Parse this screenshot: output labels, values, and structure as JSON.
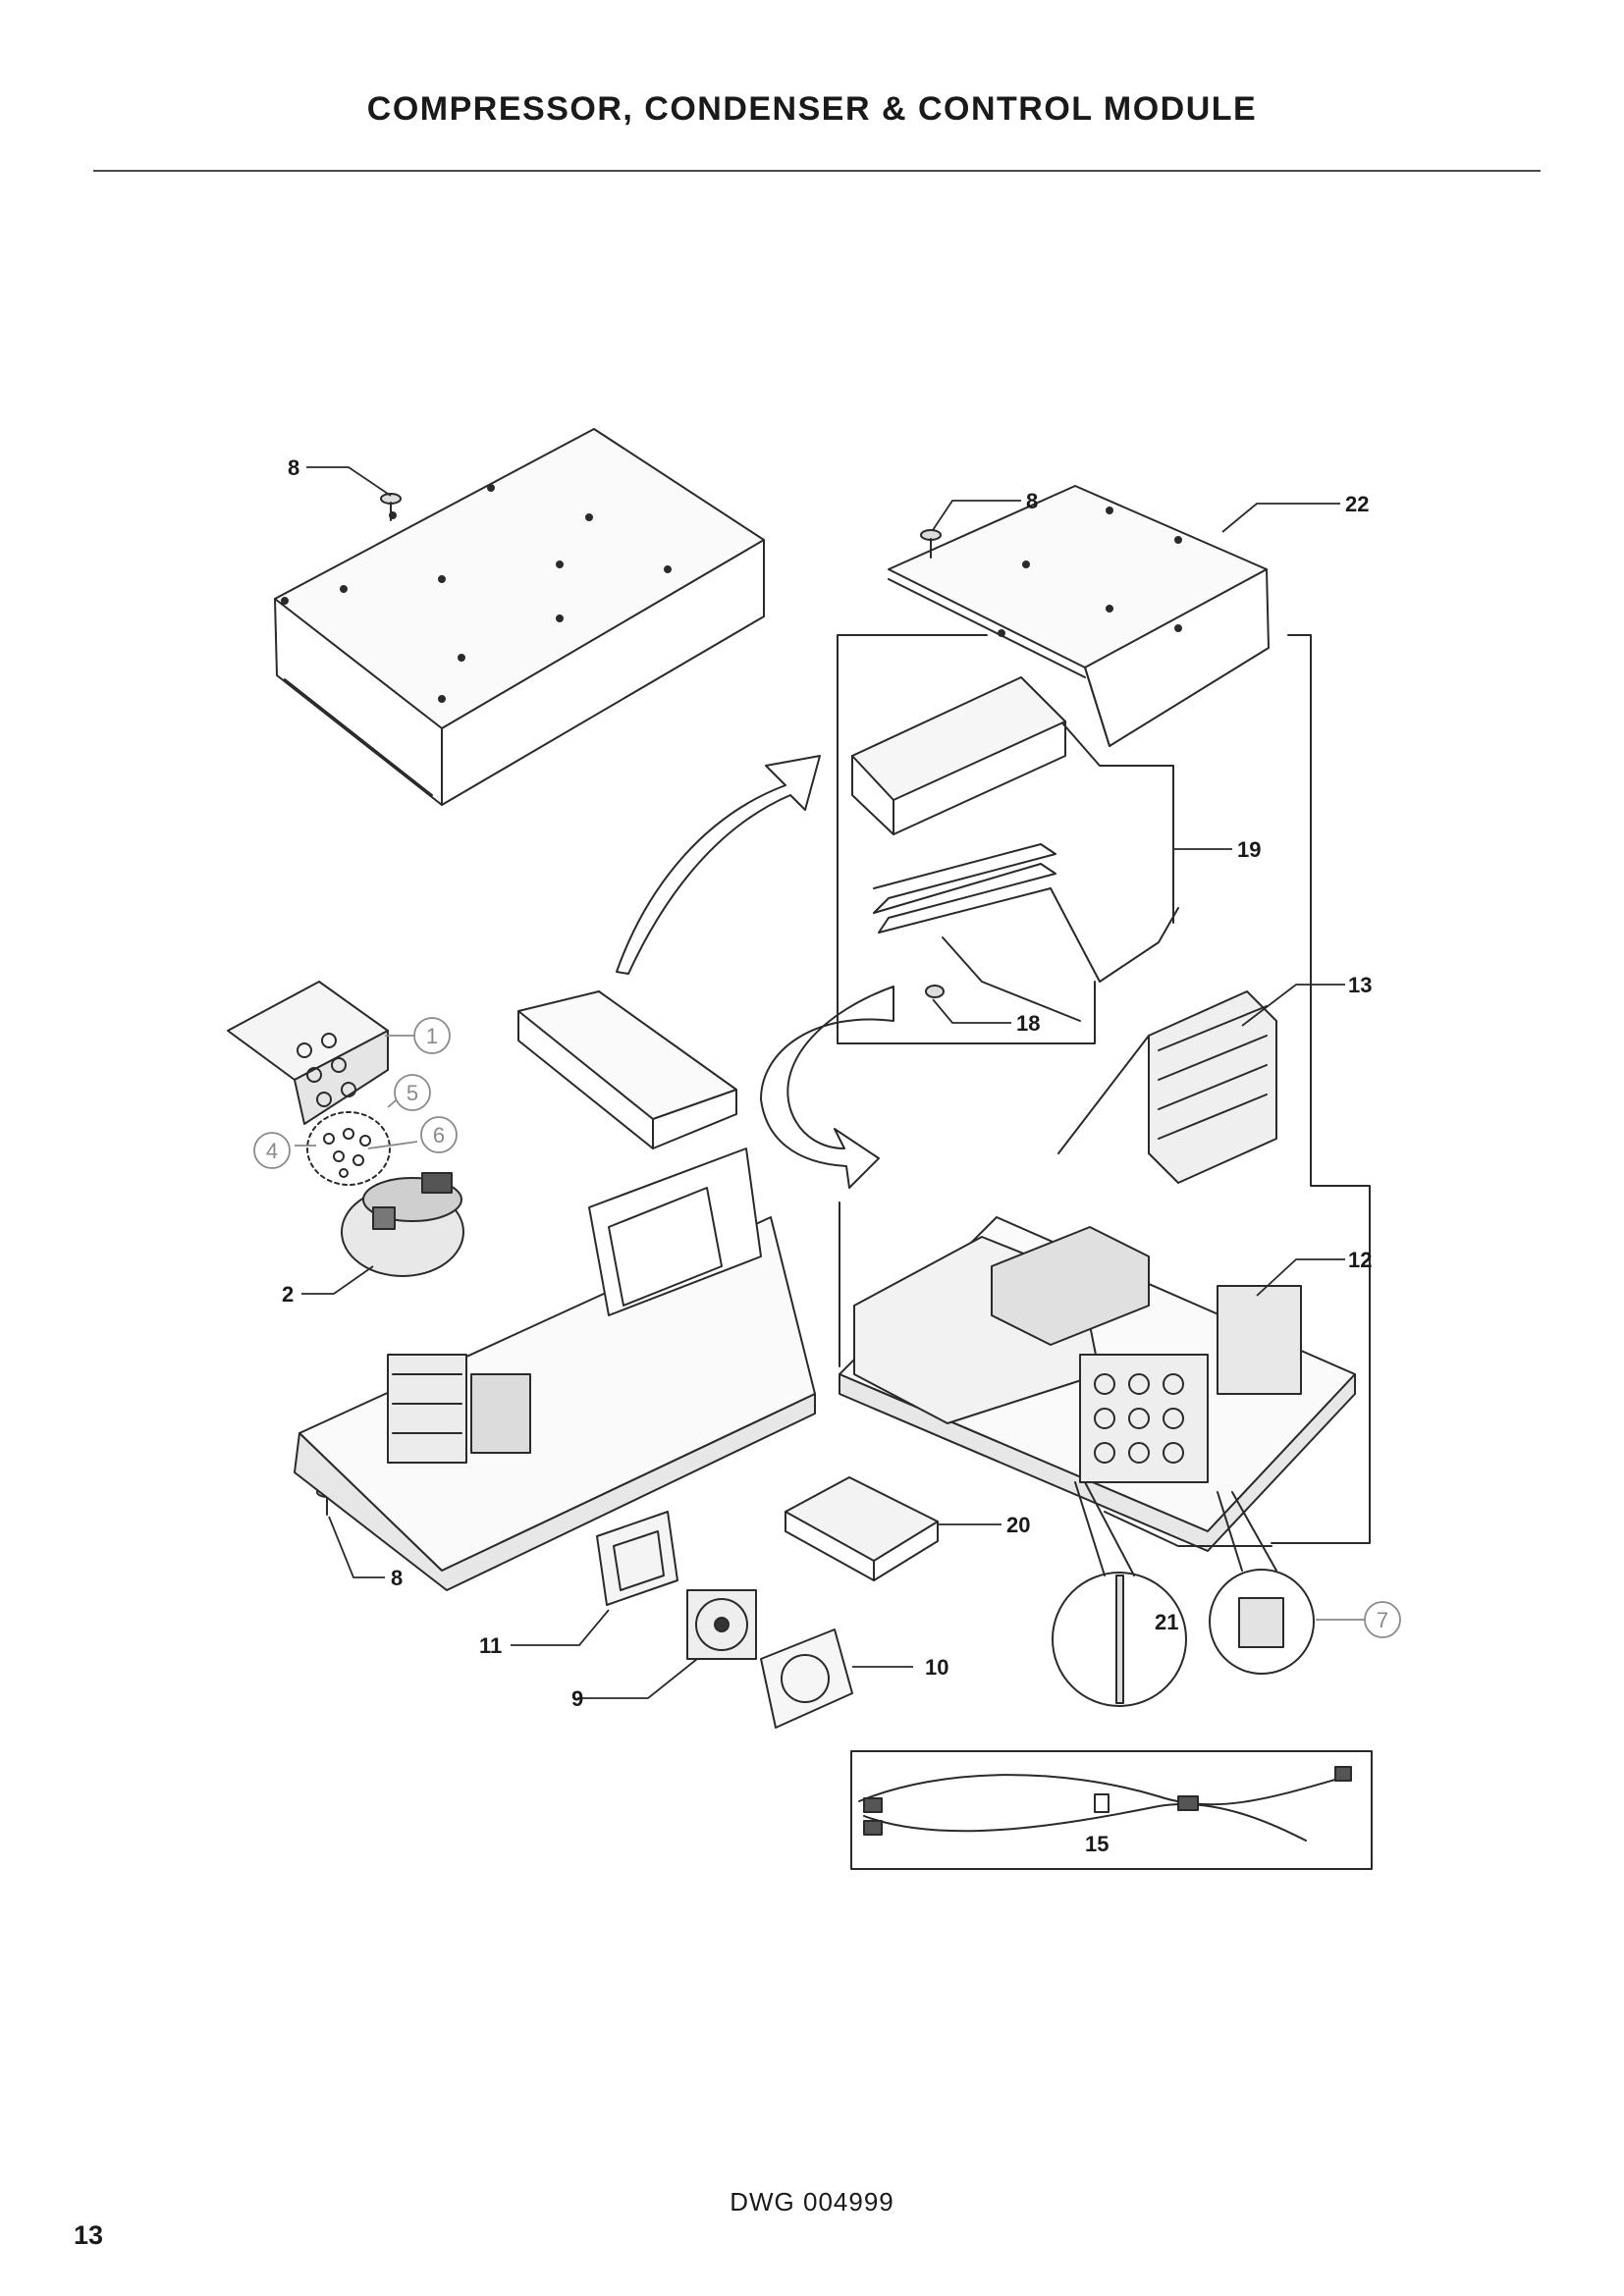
{
  "page": {
    "title": "COMPRESSOR, CONDENSER & CONTROL MODULE",
    "drawing_number": "DWG 004999",
    "page_number": "13"
  },
  "callouts": {
    "c1": "1",
    "c2": "2",
    "c4": "4",
    "c5": "5",
    "c6": "6",
    "c7": "7",
    "c8a": "8",
    "c8b": "8",
    "c8c": "8",
    "c9": "9",
    "c10": "10",
    "c11": "11",
    "c12": "12",
    "c13": "13",
    "c15": "15",
    "c18": "18",
    "c19": "19",
    "c20": "20",
    "c21": "21",
    "c22": "22"
  },
  "colors": {
    "line": "#2a2a2a",
    "grey_callout": "#8a8a8a",
    "fill": "#f2f2f2"
  }
}
